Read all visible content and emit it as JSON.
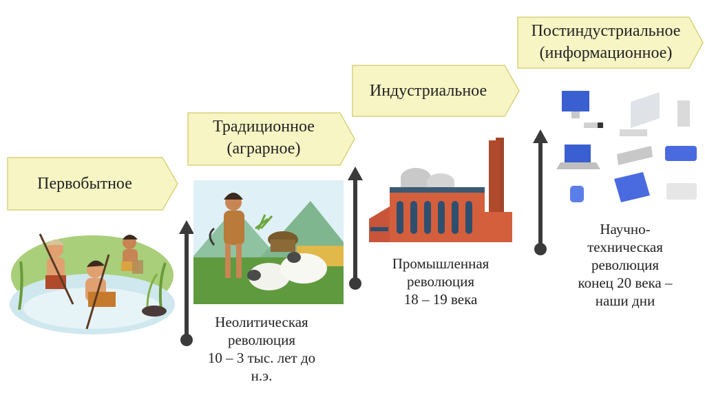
{
  "stages": {
    "primitive": {
      "label": "Первобытное"
    },
    "traditional": {
      "label_line1": "Традиционное",
      "label_line2": "(аграрное)"
    },
    "industrial": {
      "label": "Индустриальное"
    },
    "postindustrial": {
      "label_line1": "Постиндустриальное",
      "label_line2": "(информационное)"
    }
  },
  "revolutions": {
    "neolithic": {
      "line1": "Неолитическая",
      "line2": "революция",
      "line3": "10 – 3 тыс. лет до",
      "line4": "н.э."
    },
    "industrial": {
      "line1": "Промышленная",
      "line2": "революция",
      "line3": "18 – 19 века"
    },
    "scientific": {
      "line1": "Научно-",
      "line2": "техническая",
      "line3": "революция",
      "line4": "конец 20 века –",
      "line5": "наши дни"
    }
  },
  "colors": {
    "label_fill": "#f7f5c4",
    "label_border": "#d9d27a",
    "arrow": "#3a3a3a"
  }
}
